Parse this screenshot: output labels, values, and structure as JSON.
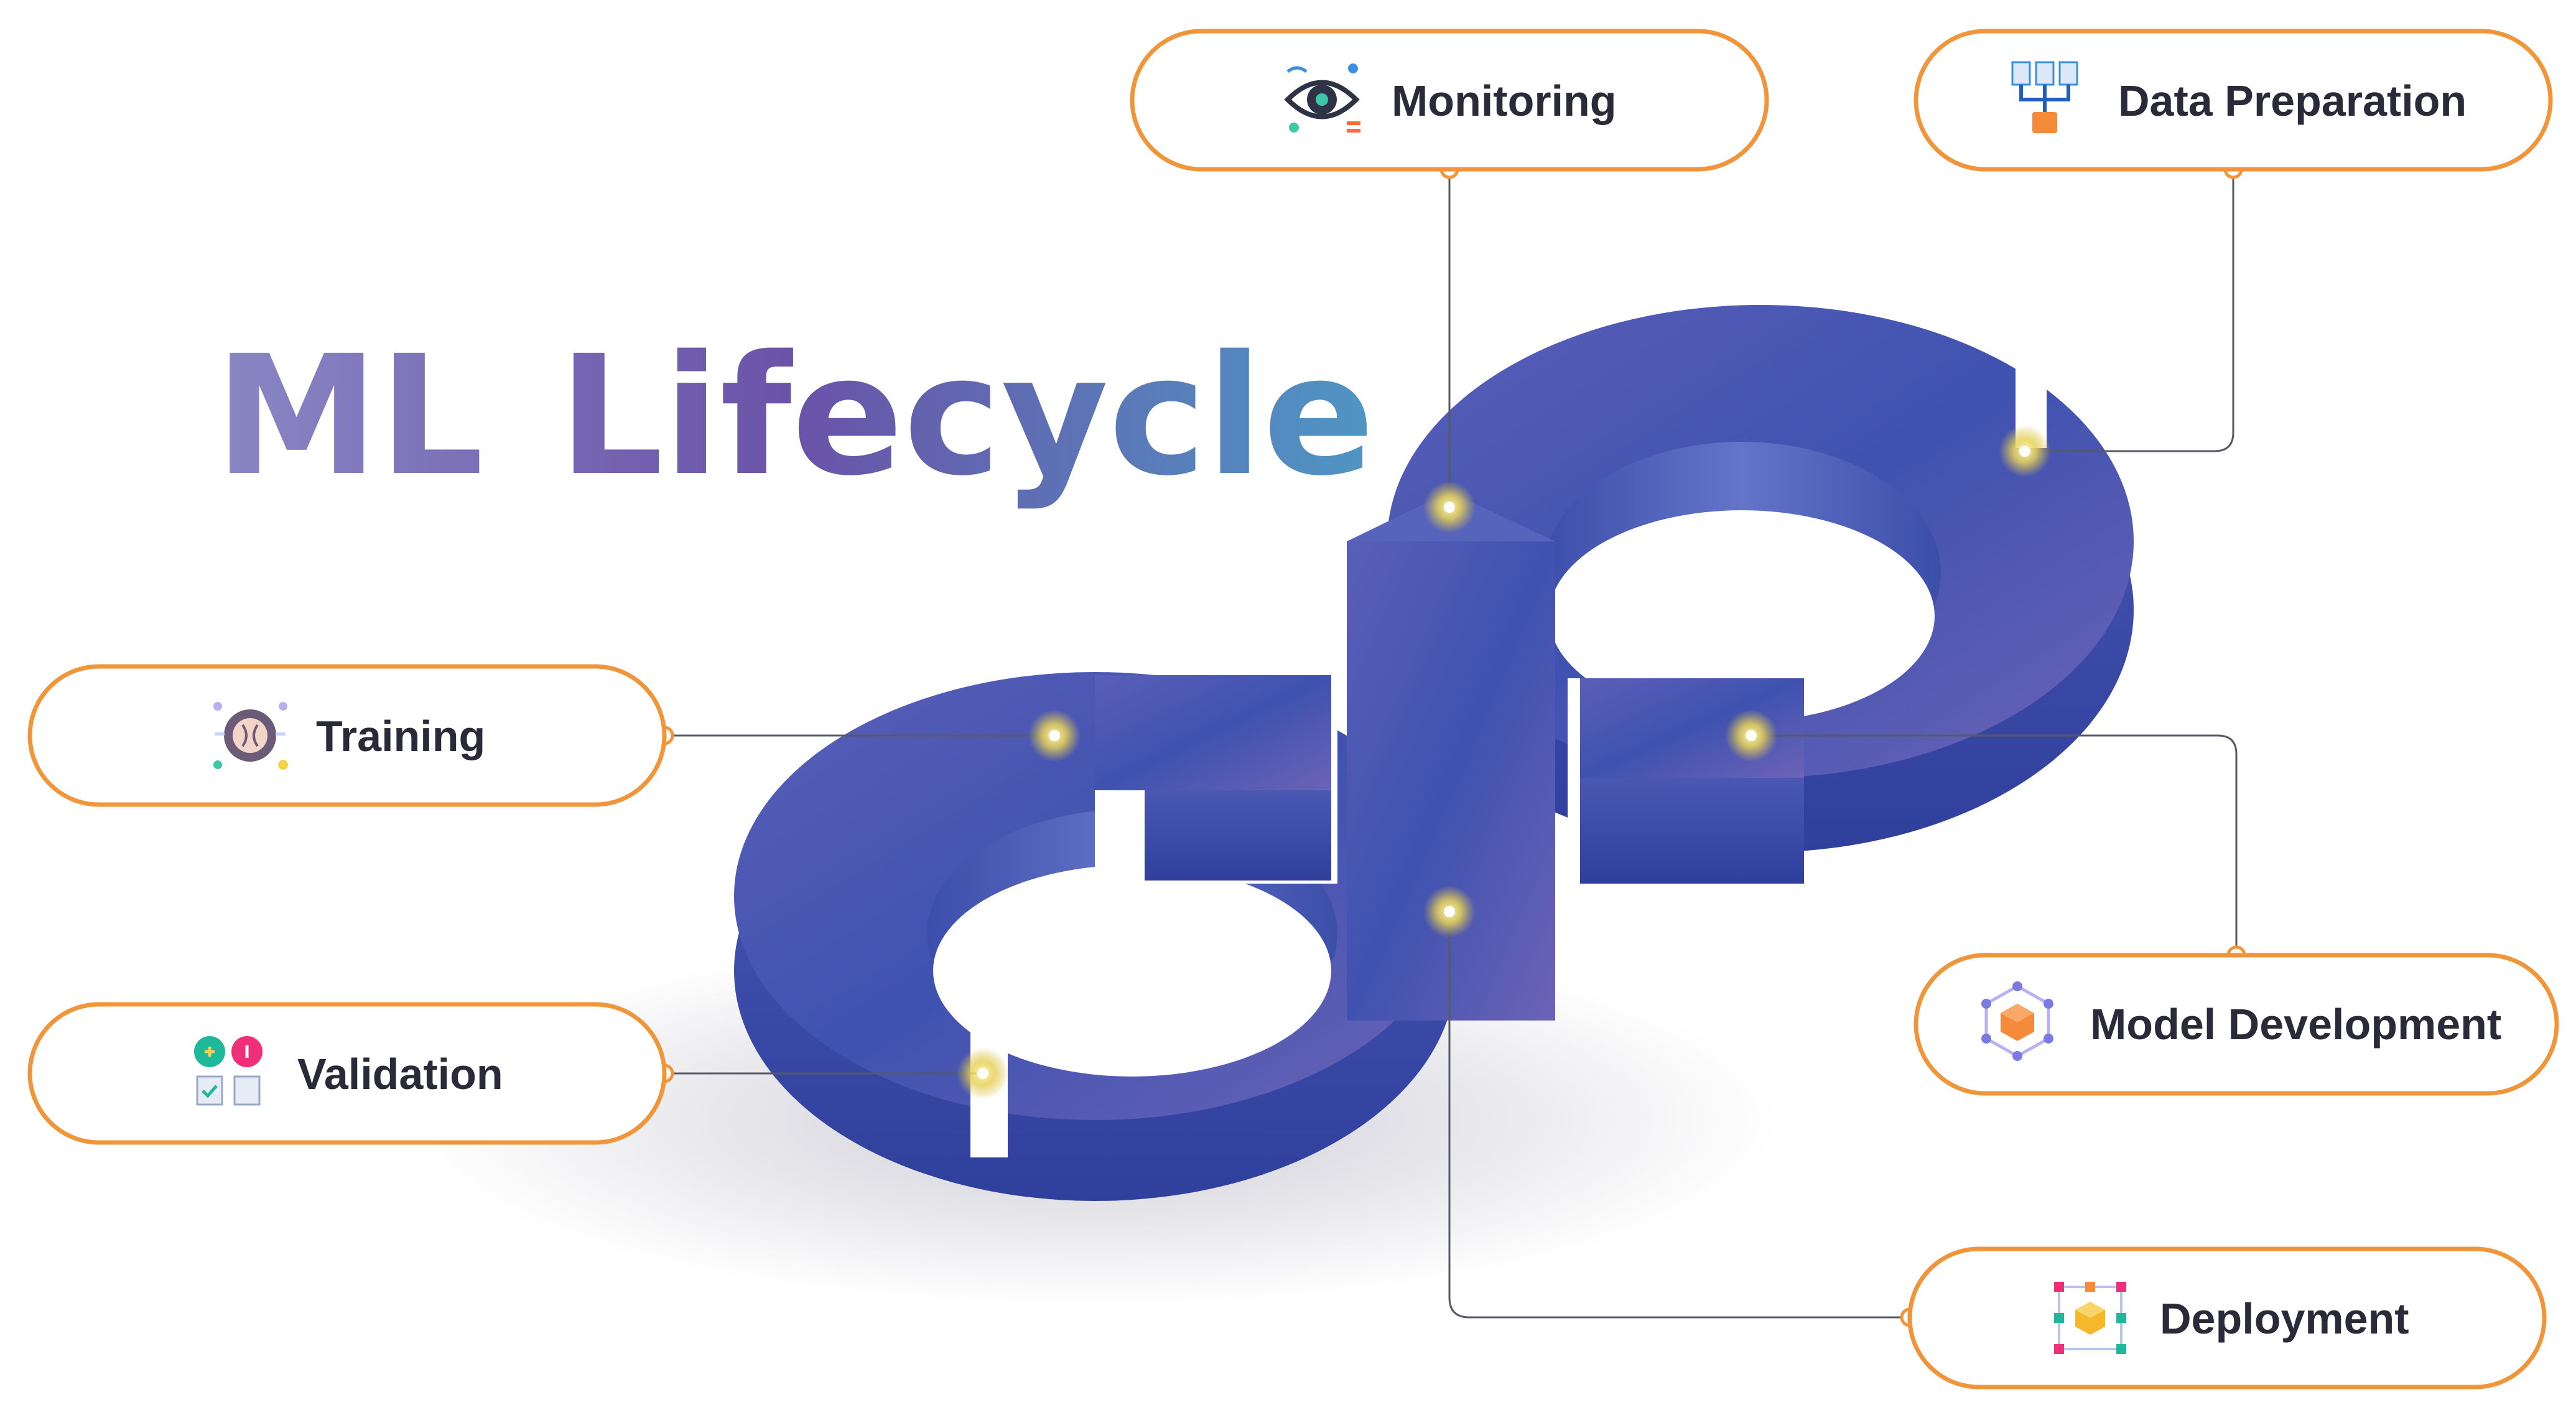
{
  "title": {
    "part1": "ML",
    "part2": "Lifecycle"
  },
  "stages": {
    "monitoring": {
      "label": "Monitoring",
      "icon": "eye-icon"
    },
    "data_preparation": {
      "label": "Data Preparation",
      "icon": "data-flow-icon"
    },
    "training": {
      "label": "Training",
      "icon": "brain-network-icon"
    },
    "validation": {
      "label": "Validation",
      "icon": "checklist-icon"
    },
    "model_development": {
      "label": "Model Development",
      "icon": "cube-network-icon"
    },
    "deployment": {
      "label": "Deployment",
      "icon": "cube-grid-icon"
    }
  },
  "colors": {
    "pill_border": "#f0953a",
    "loop_blue": "#3d4fa8",
    "loop_violet": "#6a5cb0",
    "title_gradient_start": "#8a87c4",
    "title_gradient_mid": "#6a52a8",
    "title_gradient_end": "#4f96c4",
    "label_text": "#2a2a38"
  }
}
